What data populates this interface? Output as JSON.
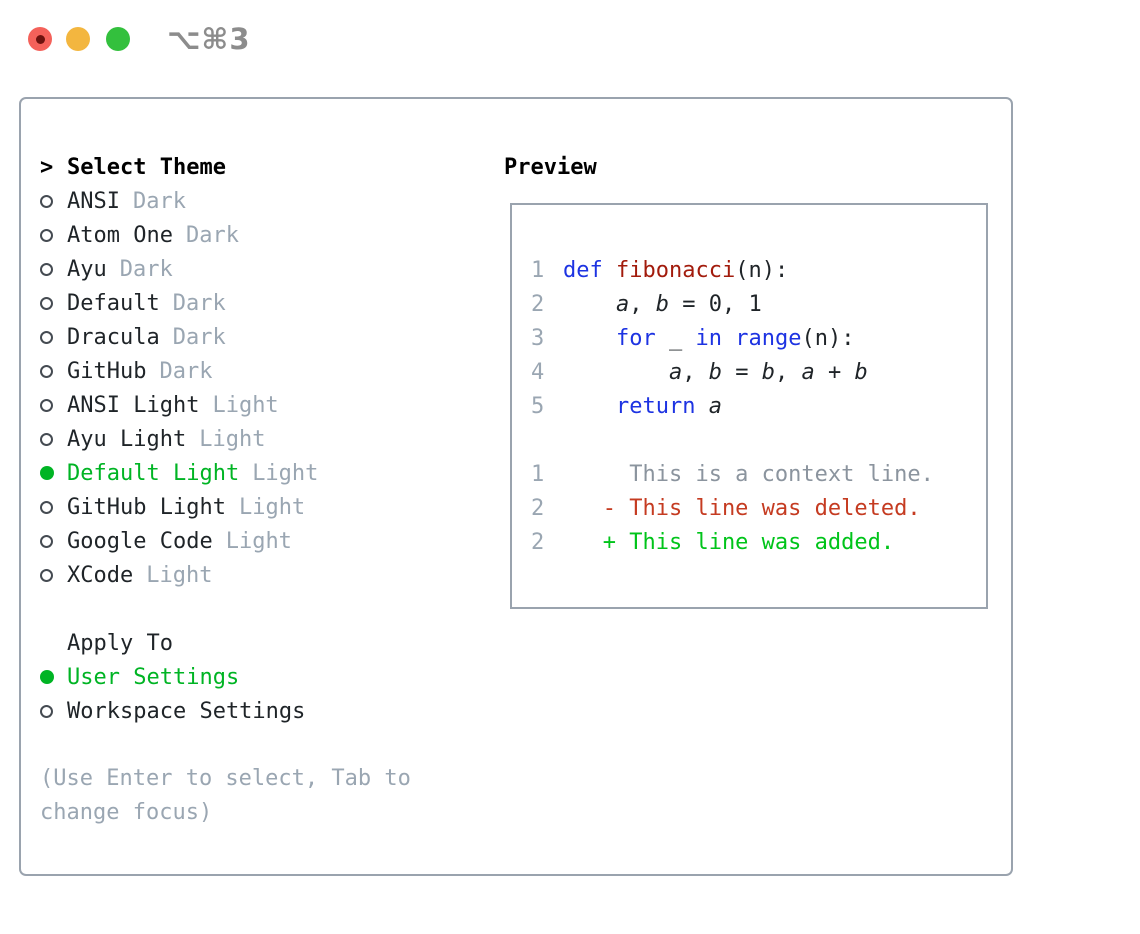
{
  "titlebar": {
    "shortcut": "⌥⌘3",
    "buttons": [
      "close",
      "minimize",
      "zoom"
    ]
  },
  "theme_panel": {
    "header": {
      "marker": ">",
      "label": "Select Theme"
    },
    "themes": [
      {
        "name": "ANSI",
        "variant": "Dark",
        "selected": false
      },
      {
        "name": "Atom One",
        "variant": "Dark",
        "selected": false
      },
      {
        "name": "Ayu",
        "variant": "Dark",
        "selected": false
      },
      {
        "name": "Default",
        "variant": "Dark",
        "selected": false
      },
      {
        "name": "Dracula",
        "variant": "Dark",
        "selected": false
      },
      {
        "name": "GitHub",
        "variant": "Dark",
        "selected": false
      },
      {
        "name": "ANSI Light",
        "variant": "Light",
        "selected": false
      },
      {
        "name": "Ayu Light",
        "variant": "Light",
        "selected": false
      },
      {
        "name": "Default Light",
        "variant": "Light",
        "selected": true
      },
      {
        "name": "GitHub Light",
        "variant": "Light",
        "selected": false
      },
      {
        "name": "Google Code",
        "variant": "Light",
        "selected": false
      },
      {
        "name": "XCode",
        "variant": "Light",
        "selected": false
      }
    ],
    "apply_to": {
      "label": "Apply To",
      "options": [
        {
          "name": "User Settings",
          "selected": true
        },
        {
          "name": "Workspace Settings",
          "selected": false
        }
      ]
    },
    "hint_lines": [
      "(Use Enter to select, Tab to",
      "change focus)"
    ]
  },
  "preview": {
    "label": "Preview",
    "code_lines": [
      {
        "num": "1",
        "tokens": [
          [
            "def",
            "kw"
          ],
          [
            " ",
            ""
          ],
          [
            "fibonacci",
            "fn"
          ],
          [
            "(n):",
            ""
          ]
        ]
      },
      {
        "num": "2",
        "tokens": [
          [
            "    ",
            ""
          ],
          [
            "a",
            "var"
          ],
          [
            ", ",
            ""
          ],
          [
            "b",
            "var"
          ],
          [
            " = 0, 1",
            ""
          ]
        ]
      },
      {
        "num": "3",
        "tokens": [
          [
            "    ",
            ""
          ],
          [
            "for",
            "kw"
          ],
          [
            " _ ",
            ""
          ],
          [
            "in",
            "kw"
          ],
          [
            " ",
            ""
          ],
          [
            "range",
            "kw"
          ],
          [
            "(n):",
            ""
          ]
        ]
      },
      {
        "num": "4",
        "tokens": [
          [
            "        ",
            ""
          ],
          [
            "a",
            "var"
          ],
          [
            ", ",
            ""
          ],
          [
            "b",
            "var"
          ],
          [
            " = ",
            ""
          ],
          [
            "b",
            "var"
          ],
          [
            ", ",
            ""
          ],
          [
            "a",
            "var"
          ],
          [
            " + ",
            ""
          ],
          [
            "b",
            "var"
          ]
        ]
      },
      {
        "num": "5",
        "tokens": [
          [
            "    ",
            ""
          ],
          [
            "return",
            "kw"
          ],
          [
            " ",
            ""
          ],
          [
            "a",
            "var"
          ]
        ]
      },
      {
        "num": "",
        "tokens": []
      },
      {
        "num": "1",
        "tokens": [
          [
            "     This is a context line.",
            "ctx"
          ]
        ]
      },
      {
        "num": "2",
        "tokens": [
          [
            "   - This line was deleted.",
            "del"
          ]
        ]
      },
      {
        "num": "2",
        "tokens": [
          [
            "   + This line was added.",
            "add"
          ]
        ]
      }
    ]
  },
  "colors": {
    "accent_green": "#00b424",
    "added_green": "#00c41a",
    "deleted_red": "#c53b21",
    "context_gray": "#8b949e",
    "keyword_blue": "#1d33e2",
    "function_red": "#a21b0c",
    "muted_gray": "#9aa6b2",
    "linenum_gray": "#9aa6b2",
    "border_gray": "#9aa3ae",
    "text_black": "#1f2428",
    "titlebar_gray": "#8c8c8c",
    "light_red": "#f4615a",
    "light_red_dot": "#6d120e",
    "light_yellow": "#f3b63f",
    "light_green": "#33c03d"
  }
}
